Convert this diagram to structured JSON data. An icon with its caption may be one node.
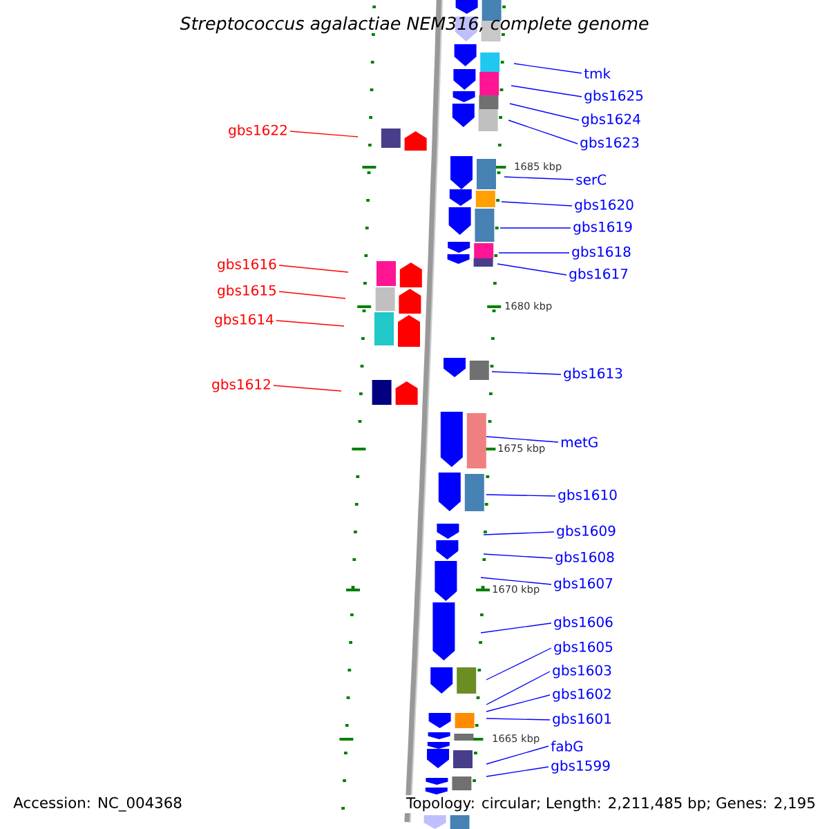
{
  "diagram": {
    "title": "Streptococcus agalactiae NEM316, complete genome",
    "nodes": [
      {
        "text": [
          "tmk"
        ]
      },
      {
        "text": [
          "gbs1625"
        ]
      },
      {
        "text": [
          "gbs1624"
        ]
      },
      {
        "text": [
          "gbs1622"
        ]
      },
      {
        "text": [
          "gbs1623"
        ]
      },
      {
        "text": [
          "serC"
        ]
      },
      {
        "text": [
          "gbs1620"
        ]
      },
      {
        "text": [
          "gbs1619"
        ]
      },
      {
        "text": [
          "gbs1618"
        ]
      },
      {
        "text": [
          "gbs1616"
        ]
      },
      {
        "text": [
          "gbs1617"
        ]
      },
      {
        "text": [
          "gbs1615"
        ]
      },
      {
        "text": [
          "gbs1614"
        ]
      },
      {
        "text": [
          "gbs1613"
        ]
      },
      {
        "text": [
          "gbs1612"
        ]
      },
      {
        "text": [
          "metG"
        ]
      },
      {
        "text": [
          "gbs1610"
        ]
      },
      {
        "text": [
          "gbs1609"
        ]
      },
      {
        "text": [
          "gbs1608"
        ]
      },
      {
        "text": [
          "gbs1607"
        ]
      },
      {
        "text": [
          "gbs1606"
        ]
      },
      {
        "text": [
          "gbs1605"
        ]
      },
      {
        "text": [
          "gbs1603"
        ]
      },
      {
        "text": [
          "gbs1602"
        ]
      },
      {
        "text": [
          "gbs1601"
        ]
      },
      {
        "text": [
          "fabG"
        ]
      },
      {
        "text": [
          "gbs1599"
        ]
      }
    ],
    "edges": [
      {
        "from": 0,
        "to": null,
        "arrow": "none"
      },
      {
        "from": 1,
        "to": null,
        "arrow": "none"
      },
      {
        "from": 2,
        "to": null,
        "arrow": "none"
      },
      {
        "from": 3,
        "to": null,
        "arrow": "none",
        "color": "#ff0000"
      },
      {
        "from": 4,
        "to": null,
        "arrow": "none"
      },
      {
        "from": 5,
        "to": null,
        "arrow": "none"
      },
      {
        "from": 6,
        "to": null,
        "arrow": "none"
      },
      {
        "from": 7,
        "to": null,
        "arrow": "none"
      },
      {
        "from": 8,
        "to": null,
        "arrow": "none"
      },
      {
        "from": 9,
        "to": null,
        "arrow": "none",
        "color": "#ff0000"
      },
      {
        "from": 10,
        "to": null,
        "arrow": "none"
      },
      {
        "from": 11,
        "to": null,
        "arrow": "none",
        "color": "#ff0000"
      },
      {
        "from": 12,
        "to": null,
        "arrow": "none",
        "color": "#ff0000"
      },
      {
        "from": 13,
        "to": null,
        "arrow": "none"
      },
      {
        "from": 14,
        "to": null,
        "arrow": "none",
        "color": "#ff0000"
      },
      {
        "from": 15,
        "to": null,
        "arrow": "none"
      },
      {
        "from": 16,
        "to": null,
        "arrow": "none"
      },
      {
        "from": 17,
        "to": null,
        "arrow": "none"
      },
      {
        "from": 18,
        "to": null,
        "arrow": "none"
      },
      {
        "from": 19,
        "to": null,
        "arrow": "none"
      },
      {
        "from": 20,
        "to": null,
        "arrow": "none"
      },
      {
        "from": 21,
        "to": null,
        "arrow": "none"
      },
      {
        "from": 22,
        "to": null,
        "arrow": "none"
      },
      {
        "from": 23,
        "to": null,
        "arrow": "none"
      },
      {
        "from": 24,
        "to": null,
        "arrow": "none"
      },
      {
        "from": 25,
        "to": null,
        "arrow": "none"
      },
      {
        "from": 26,
        "to": null,
        "arrow": "none"
      }
    ],
    "labels": [
      "1685 kbp",
      "1680 kbp",
      "1675 kbp",
      "1670 kbp",
      "1665 kbp",
      "Accession: NC_004368",
      "Topology: circular; Length: 2,211,485 bp; Genes: 2,195"
    ]
  }
}
